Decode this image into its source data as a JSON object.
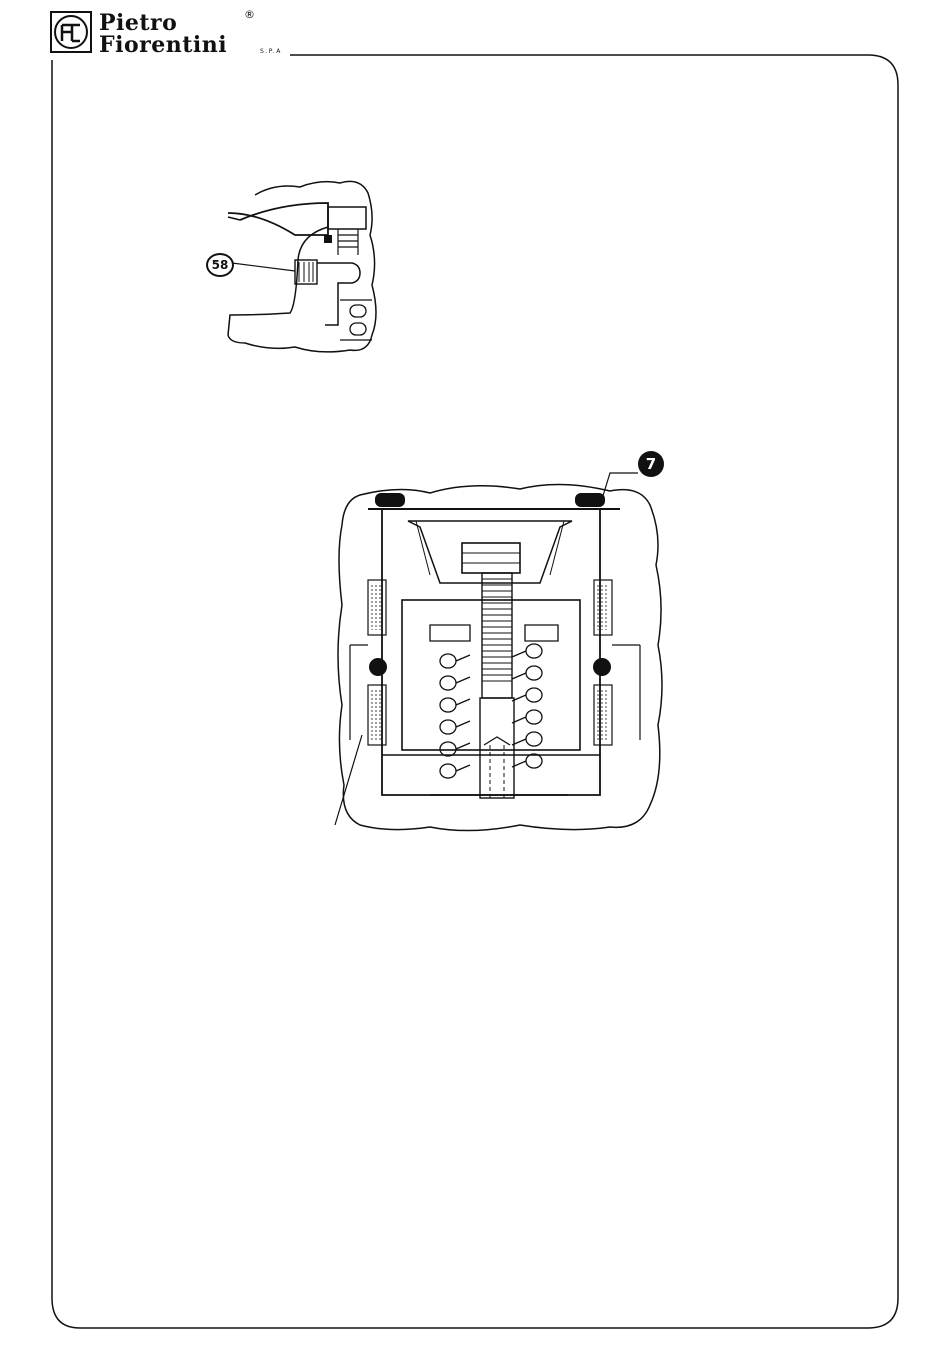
{
  "header": {
    "brand_line1": "Pietro",
    "brand_line2": "Fiorentini",
    "brand_suffix": "S.P.A",
    "registered_mark": "®"
  },
  "figures": [
    {
      "name": "valve-detail-figure",
      "callouts": [
        "58"
      ]
    },
    {
      "name": "spring-assembly-figure",
      "callouts": [
        "7"
      ]
    }
  ],
  "colors": {
    "ink": "#111111",
    "paper": "#ffffff"
  }
}
